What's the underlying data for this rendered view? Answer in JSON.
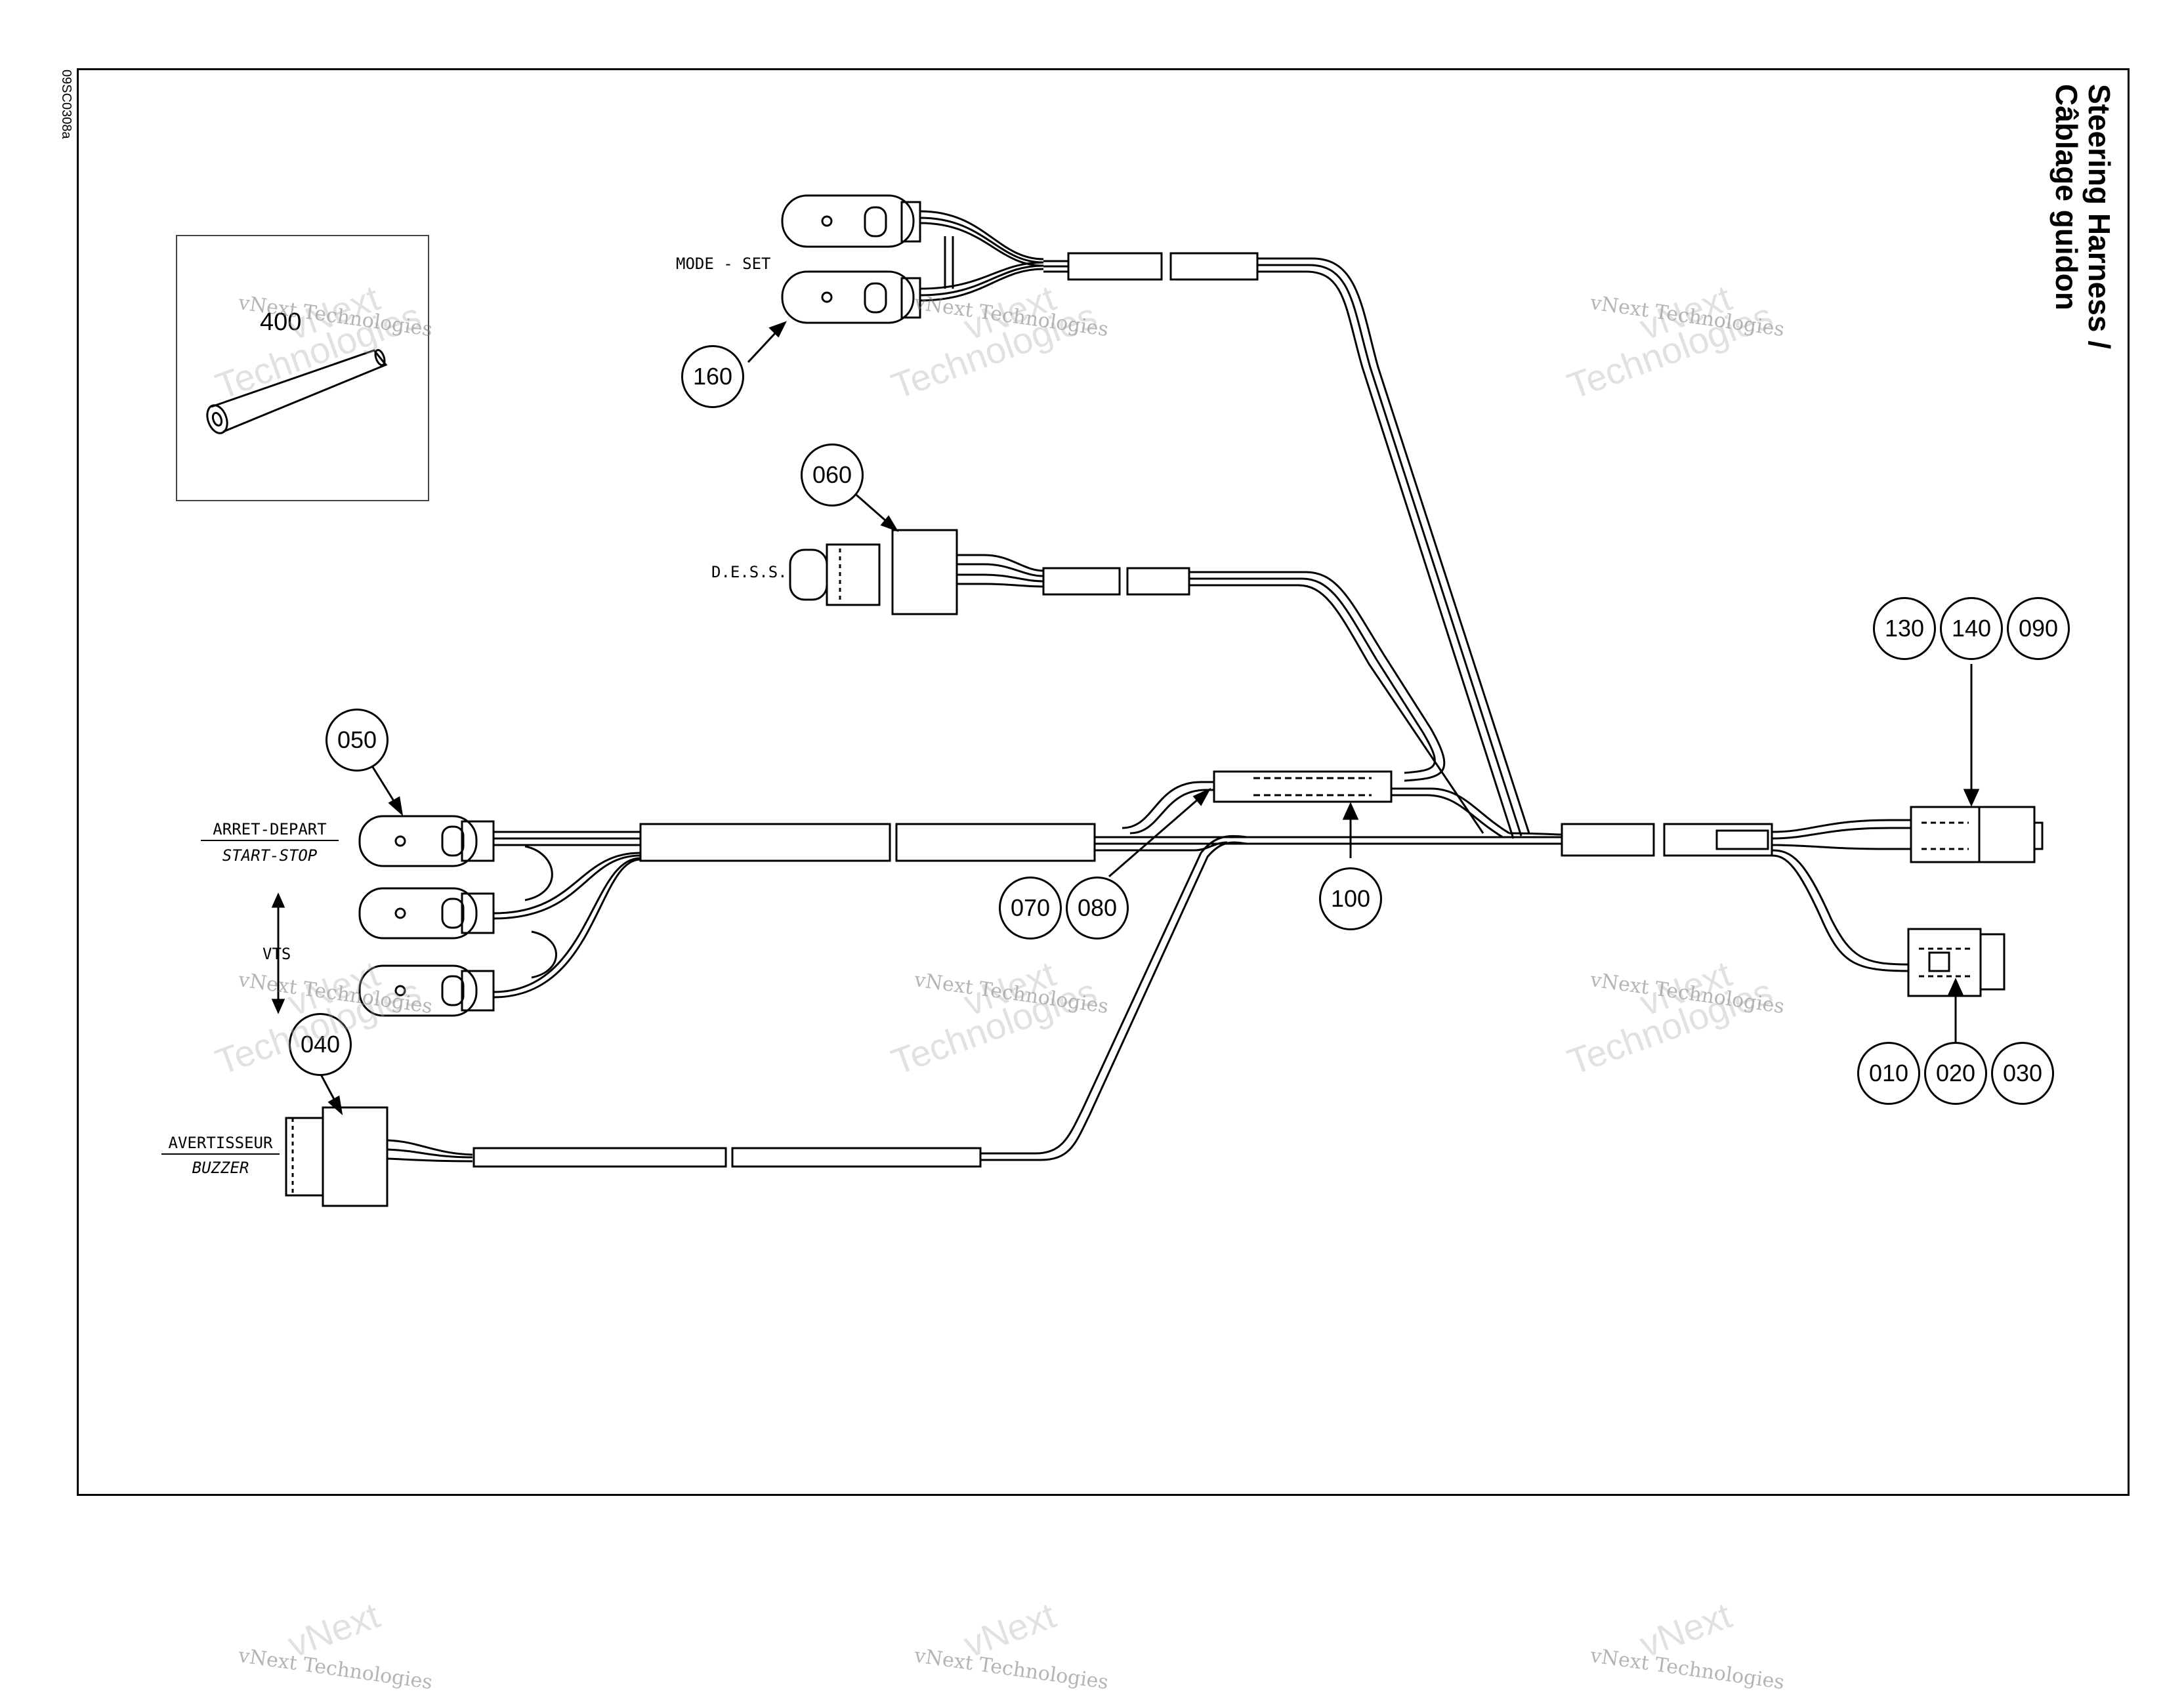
{
  "title": {
    "line1": "Steering Harness /",
    "line2": "Câblage guidon"
  },
  "diagram_code": "09SC0308a",
  "inset": {
    "part_number": "400"
  },
  "connector_labels": {
    "mode_set": "MODE - SET",
    "dess": "D.E.S.S.",
    "arret_depart": "ARRET-DEPART",
    "start_stop": "START-STOP",
    "vts": "VTS",
    "avertisseur": "AVERTISSEUR",
    "buzzer": "BUZZER"
  },
  "callouts": {
    "c160": "160",
    "c060": "060",
    "c050": "050",
    "c040": "040",
    "c070": "070",
    "c080": "080",
    "c100": "100",
    "c130": "130",
    "c140": "140",
    "c090": "090",
    "c010": "010",
    "c020": "020",
    "c030": "030"
  },
  "watermark": {
    "brand": "vNext",
    "text": "vNext Technologies",
    "word": "Technologies"
  }
}
